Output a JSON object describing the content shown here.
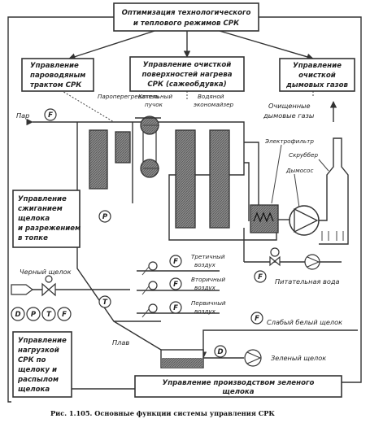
{
  "boxes": {
    "optimization": [
      "Оптимизация технологического",
      "и теплового режимов СРК"
    ],
    "steam_air": [
      "Управление",
      "пароводяным",
      "трактом СРК"
    ],
    "sootblow": [
      "Управление очисткой",
      "поверхностей нагрева",
      "СРК (сажеобдувка)"
    ],
    "flue_gas": [
      "Управление",
      "очисткой",
      "дымовых газов"
    ],
    "combustion": [
      "Управление",
      "сжиганием",
      "щелока",
      "и разрежением",
      "в топке"
    ],
    "load": [
      "Управление",
      "нагрузкой",
      "СРК по",
      "щелоку и",
      "распылом",
      "щелока"
    ],
    "green_liquor_prod": [
      "Управление производством зеленого",
      "щелока"
    ]
  },
  "labels": {
    "superheater": "Пароперегреватель",
    "boiler_bank": [
      "Котельный",
      "пучок"
    ],
    "economizer": [
      "Водяной",
      "экономайзер"
    ],
    "clean_gas": [
      "Очищенные",
      "дымовые газы"
    ],
    "steam": "Пар",
    "esp": "Электрофильтр",
    "scrubber": "Скруббер",
    "fan": "Дымосос",
    "feedwater": "Питательная вода",
    "tertiary_air": [
      "Третичный",
      "воздух"
    ],
    "secondary_air": [
      "Вторичный",
      "воздух"
    ],
    "primary_air": [
      "Первичный",
      "воздух"
    ],
    "black_liquor": "Черный щелок",
    "weak_white": "Слабый белый щелок",
    "smelt": "Плав",
    "green_liquor": "Зеленый щелок"
  },
  "symbols": {
    "F": "F",
    "P": "P",
    "T": "T",
    "D": "D"
  },
  "caption": "Рис. 1.105. Основные функции системы управления СРК"
}
